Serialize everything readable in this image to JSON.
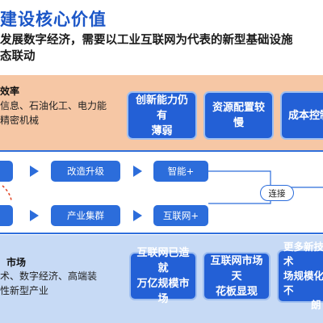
{
  "header": {
    "title": "建设核心价值",
    "subtitle_line1": "发展数字经济，需要以工业互联网为代表的新型基础设施",
    "subtitle_line2": "态联动"
  },
  "top_section": {
    "heading": "效率",
    "text_line1": "信息、石油化工、电力能",
    "text_line2": "精密机械",
    "pills": [
      {
        "line1": "创新能力仍有",
        "line2": "薄弱"
      },
      {
        "line1": "资源配置较慢",
        "line2": ""
      },
      {
        "line1": "成本控制",
        "line2": ""
      }
    ]
  },
  "flow": {
    "row1_box": "改造升级",
    "row1_result": "智能+",
    "row2_box": "产业集群",
    "row2_result": "互联网+",
    "connector": "连接"
  },
  "bottom_section": {
    "heading": "市场",
    "text_line1": "术、数字经济、高端装",
    "text_line2": "性新型产业",
    "pills": [
      {
        "line1": "互联网已造就",
        "line2": "万亿规模市场"
      },
      {
        "line1": "互联网市场天",
        "line2": "花板显现"
      },
      {
        "line1": "更多新技术",
        "line2": "场规模化不",
        "line3": "朗"
      }
    ]
  },
  "colors": {
    "accent_blue": "#2c6ddb",
    "title_blue": "#1b56c7",
    "top_band": "#f6c7a5",
    "bottom_band": "#c7daf5"
  }
}
